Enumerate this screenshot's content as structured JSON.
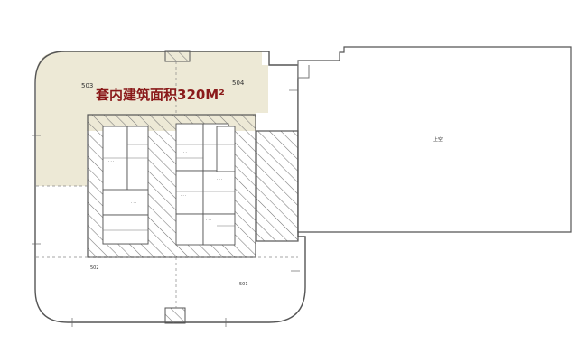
{
  "plan": {
    "area_label": "套内建筑面积320M²",
    "rooms": {
      "r503": "503",
      "r504": "504",
      "r502": "502",
      "r501": "501",
      "r_annex": "上空"
    },
    "colors": {
      "occupied_fill": "#ede9d6",
      "hatch_stroke": "#6b6b6b",
      "wall_stroke": "#555555",
      "title": "#8a1a1a"
    }
  }
}
